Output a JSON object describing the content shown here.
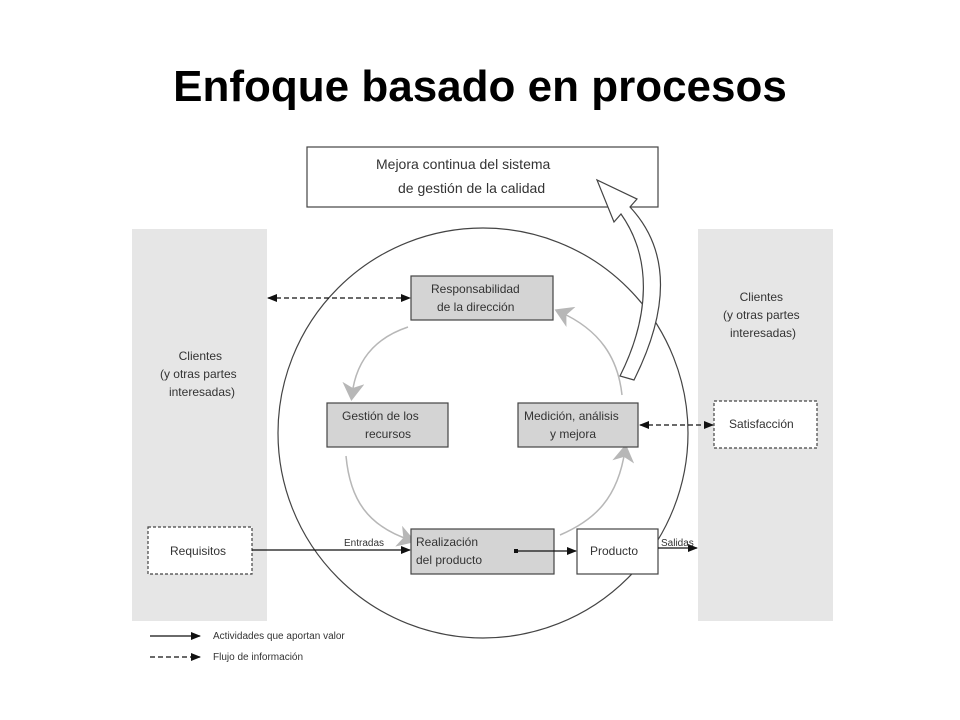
{
  "title": "Enfoque basado en procesos",
  "diagram": {
    "top_box": [
      "Mejora continua del sistema",
      "de gestión de la calidad"
    ],
    "left_panel": [
      "Clientes",
      "(y otras partes",
      "interesadas)"
    ],
    "right_panel": [
      "Clientes",
      "(y otras partes",
      "interesadas)"
    ],
    "requirements": "Requisitos",
    "satisfaction": "Satisfacción",
    "processes": {
      "management": [
        "Responsabilidad",
        "de la dirección"
      ],
      "resources": [
        "Gestión de los",
        "recursos"
      ],
      "measurement": [
        "Medición, análisis",
        "y mejora"
      ],
      "realization": [
        "Realización",
        "del producto"
      ]
    },
    "product": "Producto",
    "inputs": "Entradas",
    "outputs": "Salidas",
    "legend": {
      "value_activities": "Actividades que aportan valor",
      "info_flow": "Flujo de información"
    }
  }
}
